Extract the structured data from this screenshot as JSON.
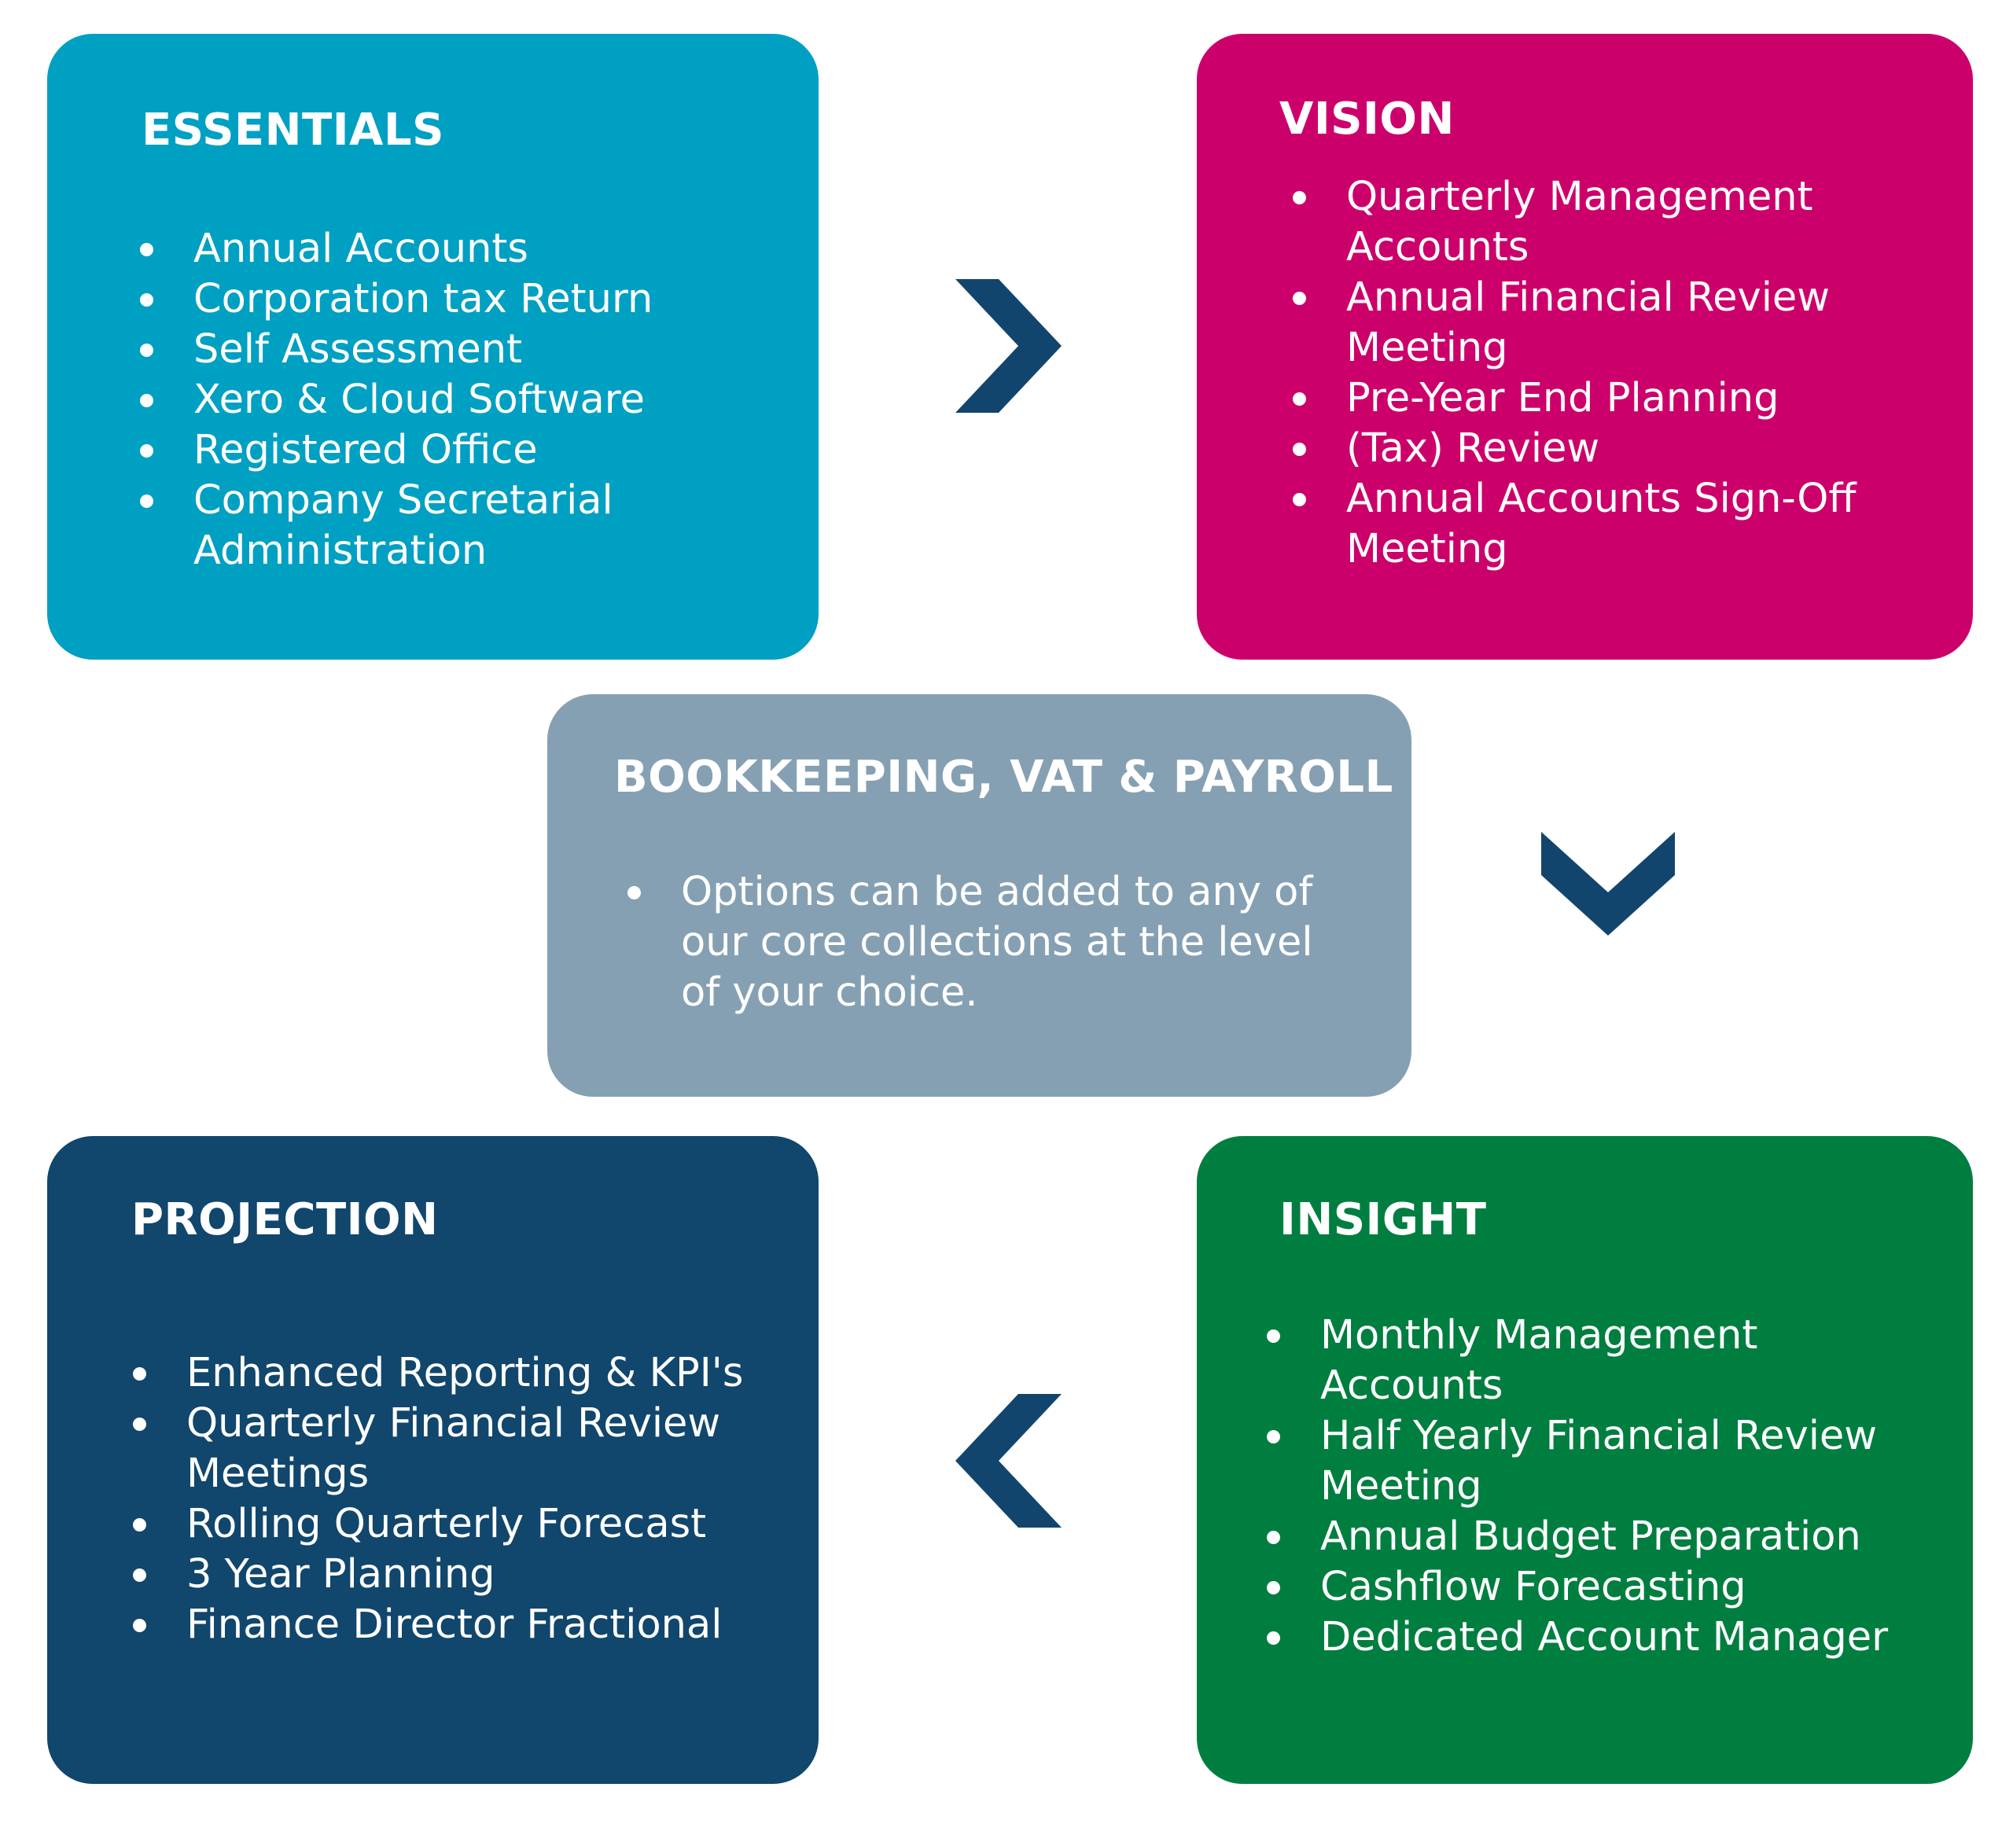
{
  "colors": {
    "essentials": "#00a0c3",
    "vision": "#cc006b",
    "bookkeeping": "#86a0b3",
    "projection": "#11466d",
    "insight": "#007e40",
    "arrow": "#12456e"
  },
  "essentials": {
    "title": "ESSENTIALS",
    "items": [
      "Annual Accounts",
      "Corporation tax Return",
      "Self Assessment",
      "Xero & Cloud Software",
      "Registered Office",
      "Company Secretarial\nAdministration"
    ]
  },
  "vision": {
    "title": "VISION",
    "items": [
      "Quarterly Management\nAccounts",
      "Annual Financial Review\nMeeting",
      "Pre-Year End Planning",
      "(Tax) Review",
      "Annual Accounts Sign-Off\nMeeting"
    ]
  },
  "bookkeeping": {
    "title": "BOOKKEEPING, VAT & PAYROLL",
    "items": [
      "Options can be added to any of\nour core collections at the level\nof your choice."
    ]
  },
  "projection": {
    "title": "PROJECTION",
    "items": [
      "Enhanced Reporting & KPI's",
      "Quarterly Financial Review\nMeetings",
      "Rolling Quarterly Forecast",
      "3 Year Planning",
      "Finance Director Fractional"
    ]
  },
  "insight": {
    "title": "INSIGHT",
    "items": [
      "Monthly Management\nAccounts",
      "Half Yearly Financial Review\nMeeting",
      "Annual Budget Preparation",
      "Cashflow Forecasting",
      "Dedicated Account Manager"
    ]
  },
  "arrows": {
    "top": "chevron-right-icon",
    "right": "chevron-down-icon",
    "bottom": "chevron-left-icon"
  }
}
